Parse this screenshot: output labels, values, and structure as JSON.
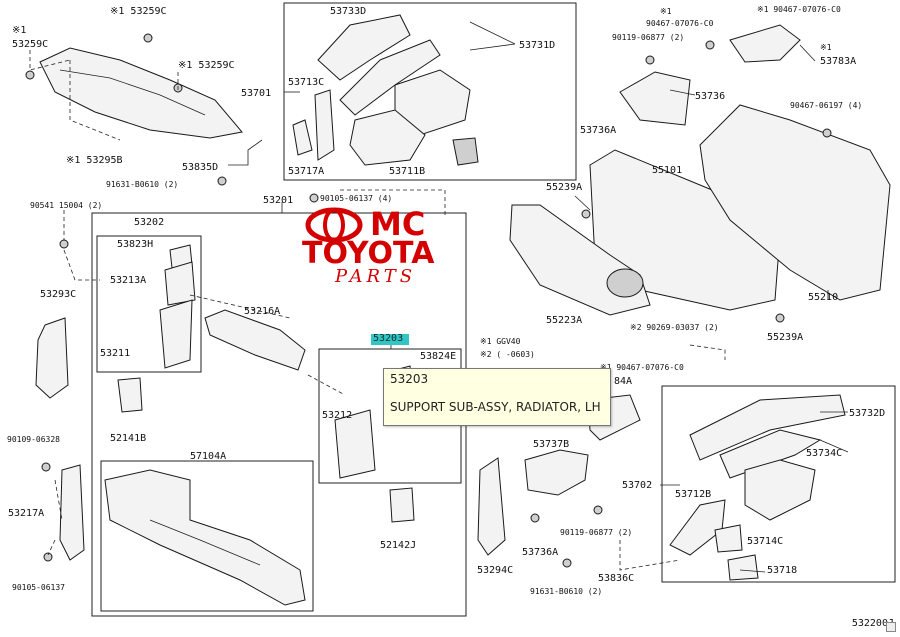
{
  "labels": {
    "l_53259c_top": "※1 53259C",
    "l_53259c_left": "53259C",
    "l_mark1_left": "※1",
    "l_53259c_mid": "※1 53259C",
    "l_53295b": "※1 53295B",
    "l_53701": "53701",
    "l_53733d": "53733D",
    "l_53731d": "53731D",
    "l_53713c": "53713C",
    "l_53717a": "53717A",
    "l_53711b": "53711B",
    "l_53835d": "53835D",
    "l_91631_top": "91631-B0610 (2)",
    "l_90105_top": "90105-06137 (4)",
    "l_90541": "90541 15004 (2)",
    "l_53201": "53201",
    "l_53202": "53202",
    "l_53823h": "53823H",
    "l_53213a": "53213A",
    "l_53211": "53211",
    "l_53216a": "53216A",
    "l_53293c": "53293C",
    "l_52141b": "52141B",
    "l_57104a": "57104A",
    "l_90109": "90109-06328",
    "l_53217a": "53217A",
    "l_90105_bottom": "90105-06137",
    "l_53203_box": "53203",
    "l_53824e": "53824E",
    "l_53212": "53212",
    "l_52142j": "52142J",
    "l_mark1_ggv40": "※1 GGV40",
    "l_mark2_0603": "※2 (   -0603)",
    "l_90467_right": "※1 90467-07076-C0",
    "l_84a": "84A",
    "l_53737b": "53737B",
    "l_53736a_bottom": "53736A",
    "l_53294c": "53294C",
    "l_90119_bottom": "90119-06877 (2)",
    "l_91631_bottom": "91631-B0610 (2)",
    "l_53836c": "53836C",
    "l_53702": "53702",
    "l_53712b": "53712B",
    "l_53714c": "53714C",
    "l_53718": "53718",
    "l_53732d": "53732D",
    "l_53734c": "53734C",
    "l_mark1_tr": "※1",
    "l_90467_tl": "90467-07076-C0",
    "l_90119_top": "90119-06877 (2)",
    "l_mark1_90467_tr": "※1 90467-07076-C0",
    "l_mark1_53783": "※1",
    "l_53783a": "53783A",
    "l_53736": "53736",
    "l_53736a_top": "53736A",
    "l_90467_06197": "90467-06197 (4)",
    "l_55239a_left": "55239A",
    "l_55101": "55101",
    "l_55210": "55210",
    "l_55223a": "55223A",
    "l_mark2_90269": "※2 90269-03037 (2)",
    "l_55239a_right": "55239A"
  },
  "highlight": {
    "code": "53203"
  },
  "tooltip": {
    "code": "53203",
    "description": "SUPPORT SUB-ASSY, RADIATOR, LH"
  },
  "watermark": {
    "line1": "MC",
    "line2": "TOYOTA",
    "line3": "PARTS"
  },
  "diagram_id": "532200J"
}
